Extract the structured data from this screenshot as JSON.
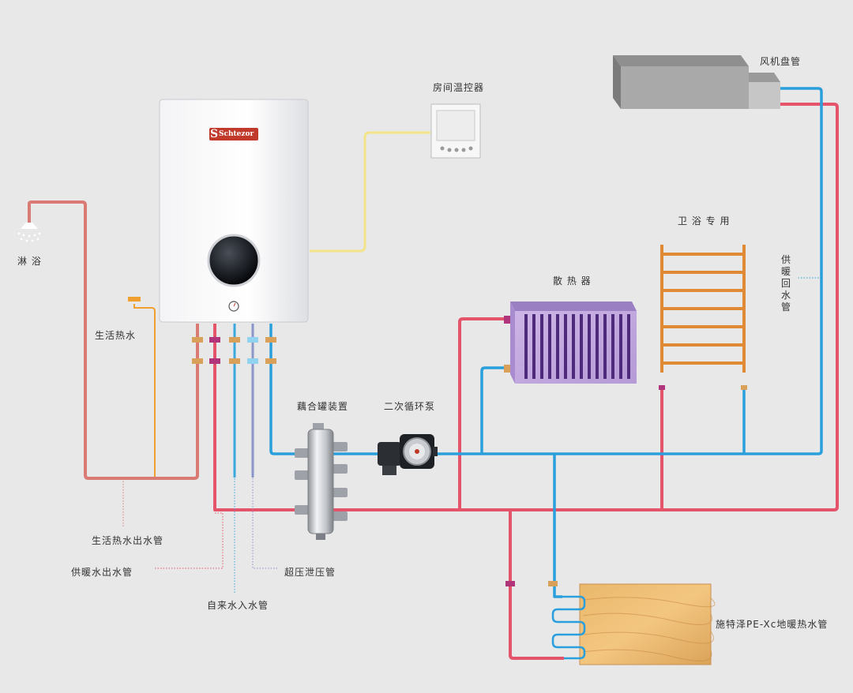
{
  "brand": {
    "logo_letter": "S",
    "logo_text": "Schtezor"
  },
  "labels": {
    "shower": "淋 浴",
    "domestic_hot_water": "生活热水",
    "domestic_hot_water_outlet": "生活热水出水管",
    "heating_outlet": "供暖水出水管",
    "tap_water_inlet": "自来水入水管",
    "overpressure_relief": "超压泄压管",
    "coupling_tank": "藕合罐装置",
    "secondary_pump": "二次循环泵",
    "radiator": "散 热 器",
    "bathroom": "卫 浴 专 用",
    "fan_coil": "风机盘管",
    "heating_return": "供暖回水管",
    "room_thermostat": "房间温控器",
    "floor_heating_pipe": "施特泽PE-Xc地暖热水管"
  },
  "colors": {
    "hot_supply": "#e4546a",
    "return": "#2a9fdc",
    "domestic_hot": "#d97b74",
    "cold_inlet": "#3aa7de",
    "relief": "#8a96c8",
    "thermostat_wire": "#f3e48a",
    "fitting_brass": "#d9a05a",
    "fitting_magenta": "#b0357a",
    "fitting_cyan": "#8fd3ef",
    "towel_rail": "#e08a35",
    "radiator": "#8a5fb0"
  }
}
